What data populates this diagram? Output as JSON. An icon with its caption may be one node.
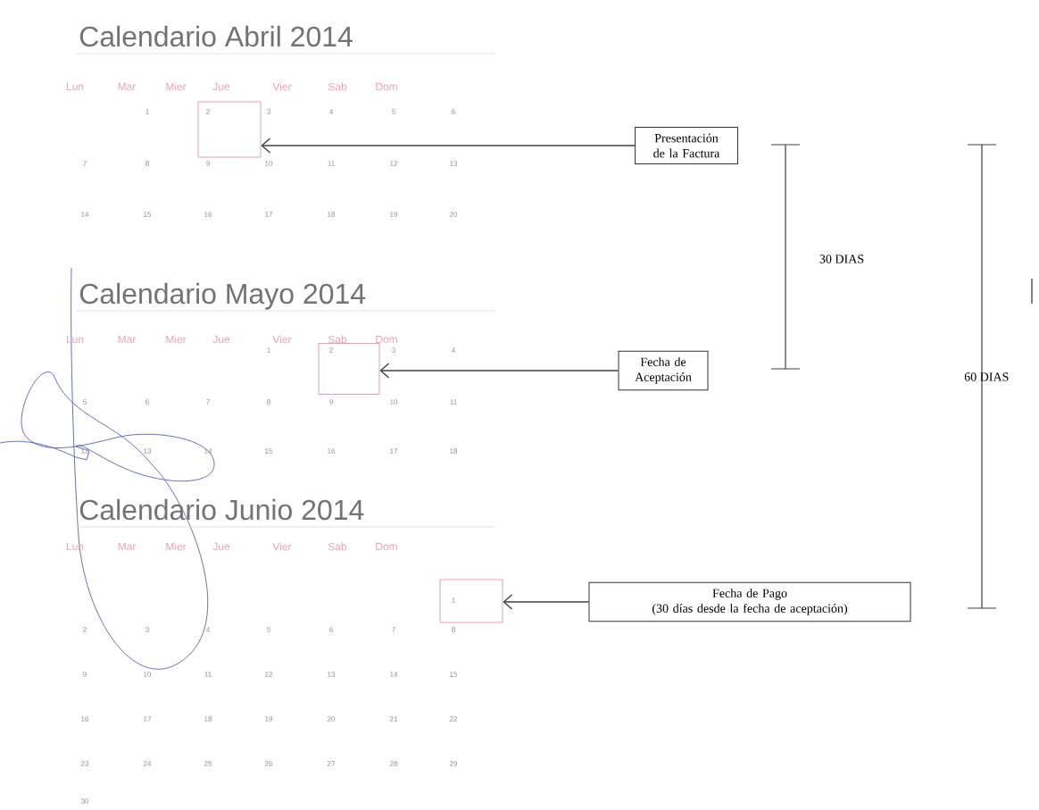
{
  "diagram": {
    "nodes": [
      {
        "text": [],
        "shape": "box"
      },
      {
        "text": [
          "Presentación de la Factura"
        ]
      },
      {
        "text": [],
        "shape": "box"
      },
      {
        "text": [
          "Fecha de Aceptación"
        ]
      },
      {
        "text": [],
        "shape": "box"
      },
      {
        "text": [
          "Fecha de Pago",
          "(30 días desde la fecha de aceptación)"
        ]
      }
    ],
    "edges": [
      {
        "from": 1,
        "to": 0,
        "arrow": "to"
      },
      {
        "from": 3,
        "to": 2,
        "arrow": "to"
      },
      {
        "from": 5,
        "to": 4,
        "arrow": "to"
      }
    ],
    "labels": [
      "Calendario Abril 2014",
      "Lun",
      "Mar",
      "Mier",
      "Jue",
      "Vier",
      "Sab",
      "Dom",
      "1",
      "2",
      "3",
      "4",
      "5",
      "6",
      "7",
      "8",
      "9",
      "10",
      "11",
      "12",
      "13",
      "14",
      "15",
      "16",
      "17",
      "18",
      "19",
      "20",
      "Calendario Mayo 2014",
      "Lun",
      "Mar",
      "Mier",
      "Jue",
      "Vier",
      "Sab",
      "Dom",
      "1",
      "2",
      "3",
      "4",
      "5",
      "6",
      "7",
      "8",
      "9",
      "10",
      "11",
      "12",
      "13",
      "14",
      "15",
      "16",
      "17",
      "18",
      "Calendario Junio 2014",
      "Lun",
      "Mar",
      "Mier",
      "Jue",
      "Vier",
      "Sab",
      "Dom",
      "1",
      "2",
      "3",
      "4",
      "5",
      "6",
      "7",
      "8",
      "9",
      "10",
      "11",
      "12",
      "13",
      "14",
      "15",
      "16",
      "17",
      "18",
      "19",
      "20",
      "21",
      "22",
      "23",
      "24",
      "25",
      "26",
      "27",
      "28",
      "29",
      "30",
      "30 DIAS",
      "60 DIAS"
    ]
  }
}
